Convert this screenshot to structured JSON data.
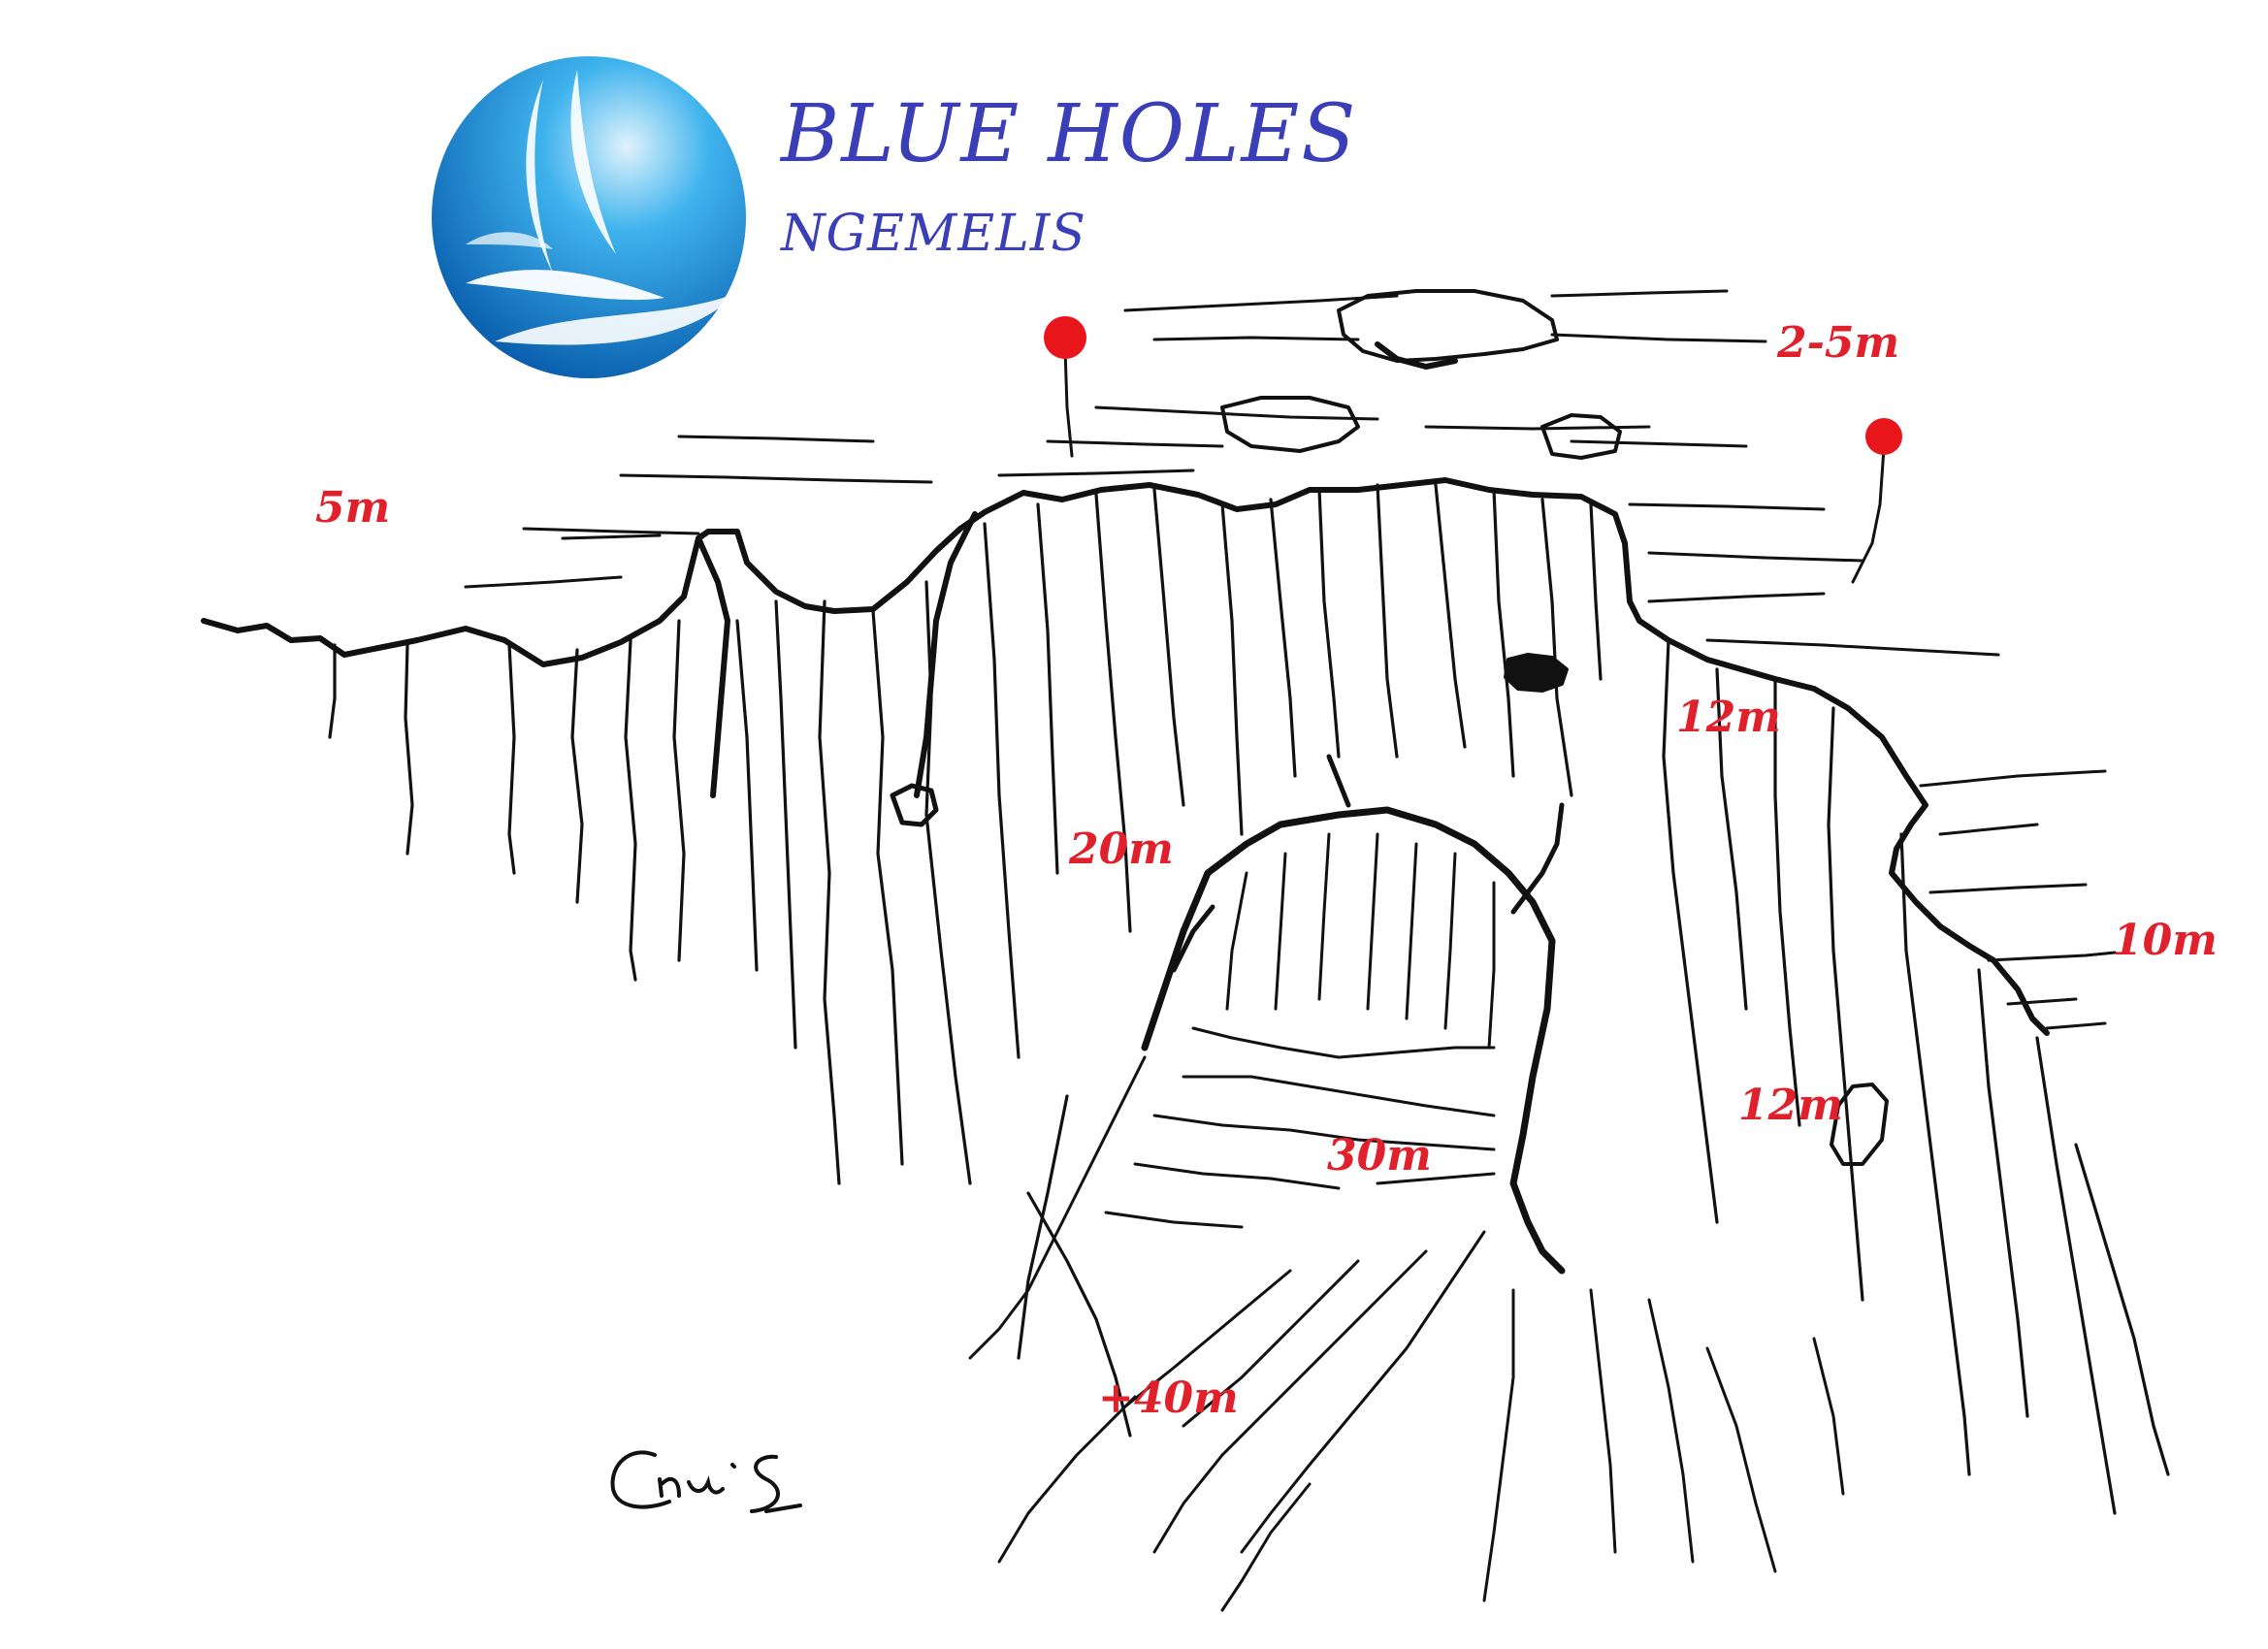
{
  "header": {
    "title": "BLUE HOLES",
    "subtitle": "NGEMELIS"
  },
  "colors": {
    "title_blue": "#3a3fb8",
    "depth_red": "#e0202a",
    "ink": "#111111",
    "marker_red": "#e8151b",
    "logo_blue_dark": "#0a5fae",
    "logo_blue_light": "#3fb3ee"
  },
  "icons": {
    "logo": "blue-globe-wave-logo",
    "markers": "red-buoy-marker",
    "signature": "artist-signature"
  },
  "depth_labels": {
    "shallow_left": "5m",
    "surface_right": "2-5m",
    "ledge_right": "12m",
    "shelf_far_right": "10m",
    "wall_center": "20m",
    "lower_right": "12m",
    "cave_floor": "30m",
    "deep": "+40m"
  }
}
